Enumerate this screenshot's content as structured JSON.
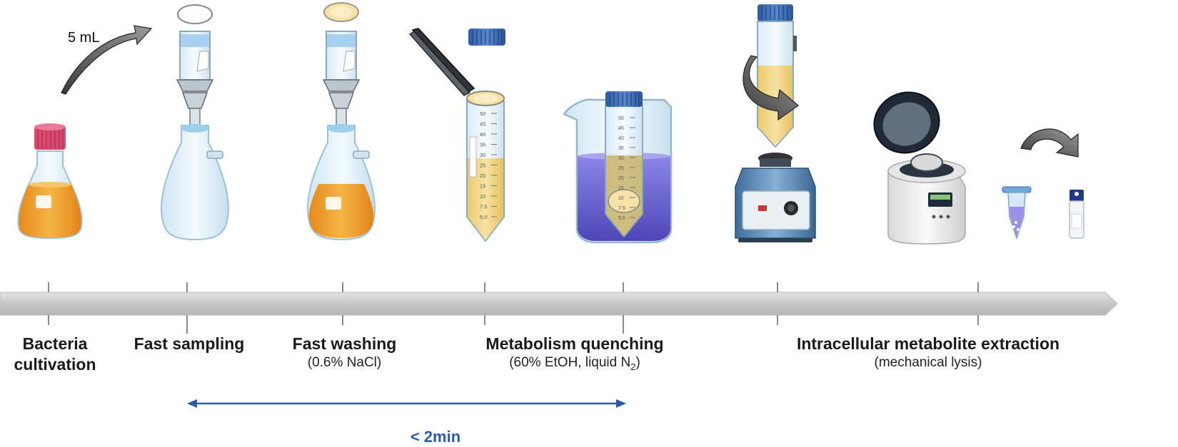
{
  "sample_volume": "5 mL",
  "steps": [
    {
      "id": "bacteria",
      "title_line1": "Bacteria",
      "title_line2": "cultivation",
      "note": ""
    },
    {
      "id": "sampling",
      "title_line1": "Fast sampling",
      "title_line2": "",
      "note": ""
    },
    {
      "id": "washing",
      "title_line1": "Fast washing",
      "title_line2": "",
      "note": "(0.6% NaCl)"
    },
    {
      "id": "quenching",
      "title_line1": "Metabolism quenching",
      "title_line2": "",
      "note": "(60% EtOH, liquid N",
      "note_subscript": "2",
      "note_tail": ")"
    },
    {
      "id": "extraction",
      "title_line1": "Intracellular metabolite extraction",
      "title_line2": "",
      "note": "(mechanical lysis)"
    }
  ],
  "time_window": "< 2min",
  "tube_scale": [
    "50",
    "45",
    "40",
    "35",
    "30",
    "25",
    "20",
    "15",
    "10",
    "7.5",
    "5.0"
  ],
  "colors": {
    "culture": "#f2a531",
    "wash_fluid": "#f0d68a",
    "ethanol_bath": "#6b64cf",
    "tube_cap": "#3d6bb3",
    "timeline": "#cfcfcf",
    "time_arrow": "#2b5aa8",
    "flask_cap": "#d84a6e"
  }
}
